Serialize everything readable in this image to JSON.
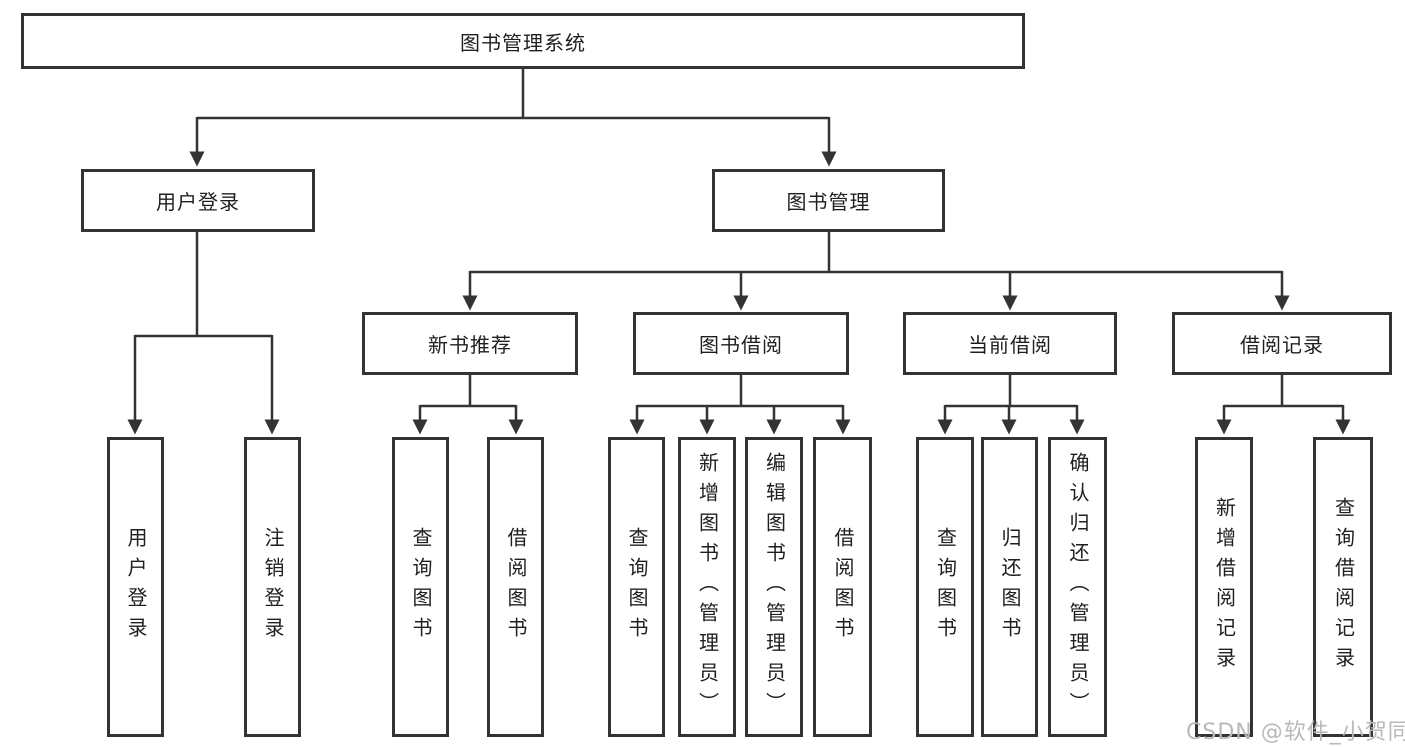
{
  "diagram": {
    "title": "图书管理系统",
    "nodes": {
      "root": {
        "label": "图书管理系统"
      },
      "user_login": {
        "label": "用户登录"
      },
      "book_mgmt": {
        "label": "图书管理"
      },
      "new_book_rec": {
        "label": "新书推荐"
      },
      "book_borrow": {
        "label": "图书借阅"
      },
      "current_borrow": {
        "label": "当前借阅"
      },
      "borrow_records": {
        "label": "借阅记录"
      },
      "leaf_user_login": {
        "label": "用户登录"
      },
      "leaf_logout": {
        "label": "注销登录"
      },
      "leaf_nb_query": {
        "label": "查询图书"
      },
      "leaf_nb_borrow": {
        "label": "借阅图书"
      },
      "leaf_bb_query": {
        "label": "查询图书"
      },
      "leaf_bb_add": {
        "label": "新增图书（管理员）"
      },
      "leaf_bb_edit": {
        "label": "编辑图书（管理员）"
      },
      "leaf_bb_borrow": {
        "label": "借阅图书"
      },
      "leaf_cb_query": {
        "label": "查询图书"
      },
      "leaf_cb_return": {
        "label": "归还图书"
      },
      "leaf_cb_confirm": {
        "label": "确认归还（管理员）"
      },
      "leaf_br_add": {
        "label": "新增借阅记录"
      },
      "leaf_br_query": {
        "label": "查询借阅记录"
      }
    },
    "colors": {
      "line": "#333333",
      "text": "#1f1f1f",
      "box_fill": "#ffffff",
      "background": "#ffffff",
      "watermark": "#b9b9b9"
    }
  },
  "watermark": {
    "text": "CSDN @软件_小贺同学"
  }
}
